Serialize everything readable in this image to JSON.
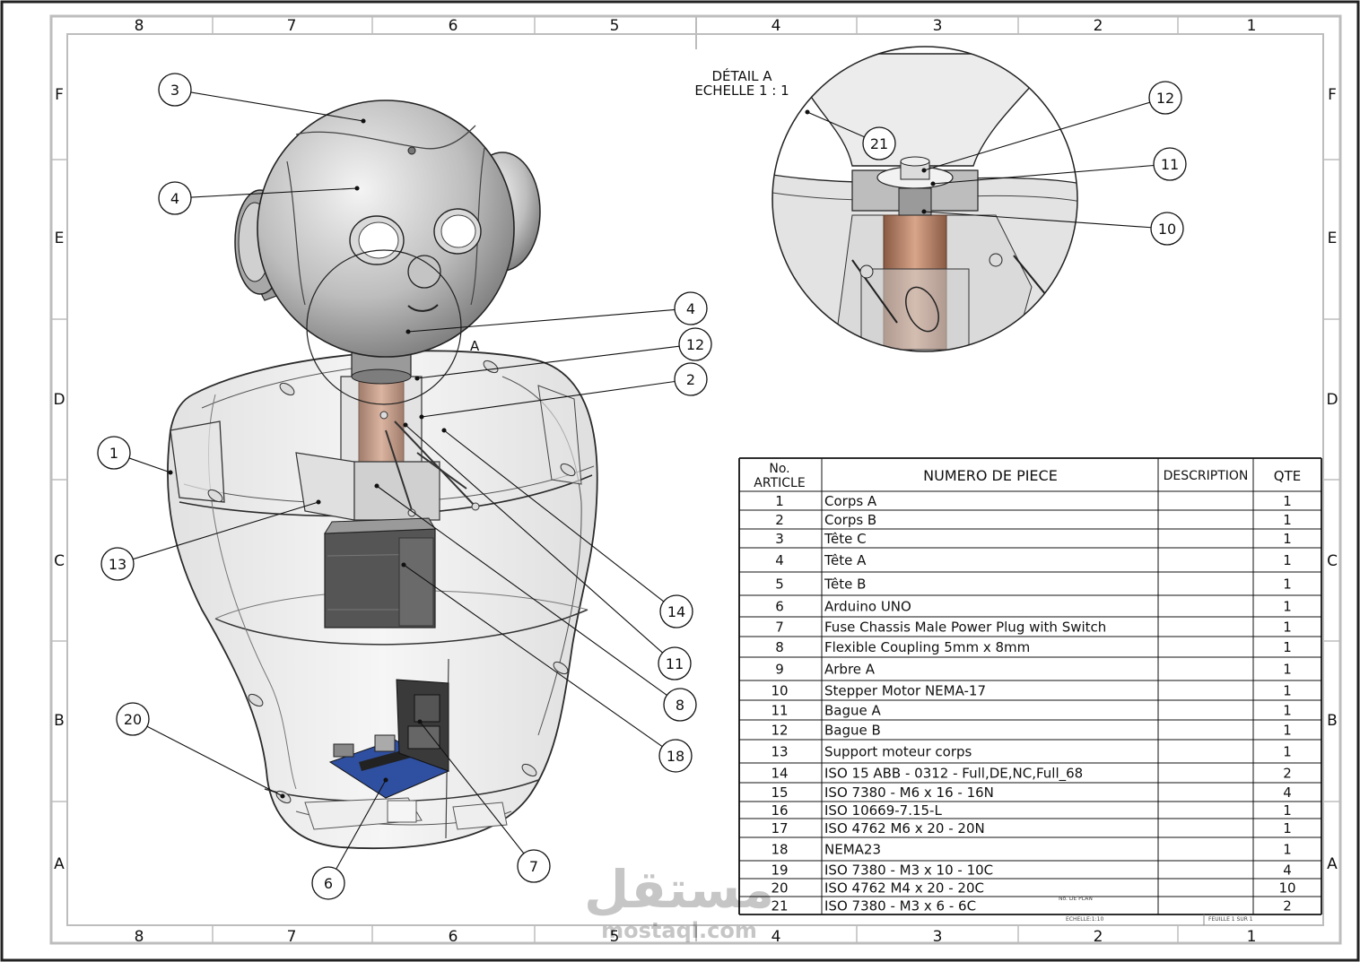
{
  "drawing": {
    "col_numbers": [
      "8",
      "7",
      "6",
      "5",
      "4",
      "3",
      "2",
      "1"
    ],
    "row_letters": [
      "F",
      "E",
      "D",
      "C",
      "B",
      "A"
    ],
    "detail_title": "DÉTAIL A",
    "detail_scale": "ECHELLE 1 : 1",
    "section_letter": "A",
    "main_balloons": [
      "3",
      "4",
      "4",
      "12",
      "2",
      "1",
      "13",
      "14",
      "11",
      "8",
      "18",
      "20",
      "7",
      "6"
    ],
    "detail_balloons": [
      "21",
      "12",
      "11",
      "10"
    ],
    "watermark_arabic": "مستقل",
    "watermark_latin": "mostaql.com"
  },
  "bom": {
    "headers": {
      "no_line1": "No.",
      "no_line2": "ARTICLE",
      "part": "NUMERO DE PIECE",
      "desc": "DESCRIPTION",
      "qty": "QTE"
    },
    "rows": [
      {
        "no": "1",
        "part": "Corps A",
        "qty": "1"
      },
      {
        "no": "2",
        "part": "Corps B",
        "qty": "1"
      },
      {
        "no": "3",
        "part": "Tête C",
        "qty": "1"
      },
      {
        "no": "4",
        "part": "Tête A",
        "qty": "1"
      },
      {
        "no": "5",
        "part": "Tête B",
        "qty": "1"
      },
      {
        "no": "6",
        "part": "Arduino UNO",
        "qty": "1"
      },
      {
        "no": "7",
        "part": "Fuse Chassis Male Power Plug with Switch",
        "qty": "1"
      },
      {
        "no": "8",
        "part": "Flexible Coupling 5mm x 8mm",
        "qty": "1"
      },
      {
        "no": "9",
        "part": "Arbre A",
        "qty": "1"
      },
      {
        "no": "10",
        "part": "Stepper Motor NEMA-17",
        "qty": "1"
      },
      {
        "no": "11",
        "part": "Bague A",
        "qty": "1"
      },
      {
        "no": "12",
        "part": "Bague B",
        "qty": "1"
      },
      {
        "no": "13",
        "part": "Support moteur corps",
        "qty": "1"
      },
      {
        "no": "14",
        "part": "ISO 15 ABB - 0312 - Full,DE,NC,Full_68",
        "qty": "2"
      },
      {
        "no": "15",
        "part": "ISO 7380 - M6 x 16 - 16N",
        "qty": "4"
      },
      {
        "no": "16",
        "part": "ISO 10669-7.15-L",
        "qty": "1"
      },
      {
        "no": "17",
        "part": "ISO 4762 M6 x 20 - 20N",
        "qty": "1"
      },
      {
        "no": "18",
        "part": "NEMA23",
        "qty": "1"
      },
      {
        "no": "19",
        "part": "ISO 7380 - M3 x 10 - 10C",
        "qty": "4"
      },
      {
        "no": "20",
        "part": "ISO 4762 M4 x 20 - 20C",
        "qty": "10"
      },
      {
        "no": "21",
        "part": "ISO 7380 - M3 x 6 - 6C",
        "qty": "2"
      }
    ]
  },
  "title_block": {
    "plan_no": "No. DE PLAN",
    "scale": "ECHELLE:1:10",
    "sheet": "FEUILLE 1 SUR 1"
  },
  "colors": {
    "frame": "#b8b8b8",
    "ink": "#111111",
    "body_fill": "#d9d9d9",
    "copper": "#b07a5c",
    "board": "#2f4fa0"
  }
}
